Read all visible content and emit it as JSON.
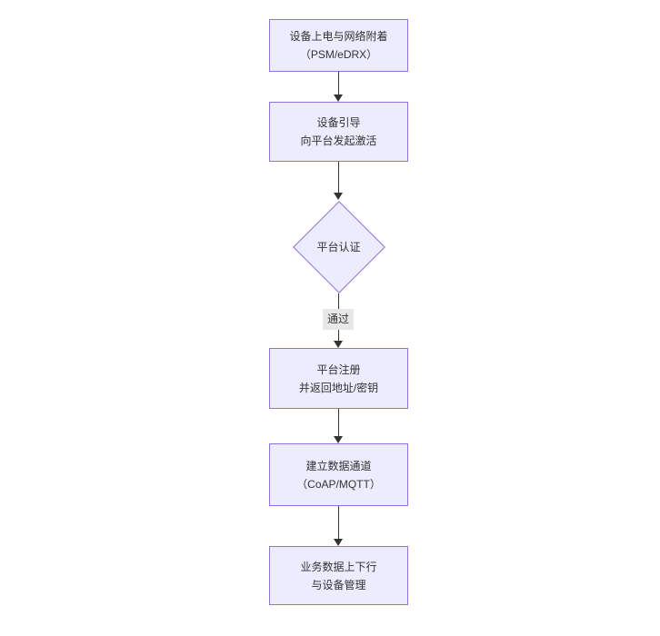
{
  "diagram": {
    "type": "flowchart-top-down",
    "colors": {
      "canvas_bg": "#ffffff",
      "node_fill": "#ECECFF",
      "node_border": "#9370DB",
      "arrow_color": "#333333",
      "edge_label_bg": "#e8e8e8",
      "text_color": "#333333"
    },
    "nodes": [
      {
        "id": "power-attach",
        "shape": "rect",
        "lines": [
          "设备上电与网络附着",
          "（PSM/eDRX）"
        ]
      },
      {
        "id": "bootstrap",
        "shape": "rect",
        "lines": [
          "设备引导",
          "向平台发起激活"
        ]
      },
      {
        "id": "auth-decision",
        "shape": "diamond",
        "lines": [
          "平台认证"
        ]
      },
      {
        "id": "register",
        "shape": "rect",
        "lines": [
          "平台注册",
          "并返回地址/密钥"
        ]
      },
      {
        "id": "data-channel",
        "shape": "rect",
        "lines": [
          "建立数据通道",
          "（CoAP/MQTT）"
        ]
      },
      {
        "id": "business-data",
        "shape": "rect",
        "lines": [
          "业务数据上下行",
          "与设备管理"
        ]
      }
    ],
    "edges": [
      {
        "from": "power-attach",
        "to": "bootstrap",
        "label": ""
      },
      {
        "from": "bootstrap",
        "to": "auth-decision",
        "label": ""
      },
      {
        "from": "auth-decision",
        "to": "register",
        "label": "通过"
      },
      {
        "from": "register",
        "to": "data-channel",
        "label": ""
      },
      {
        "from": "data-channel",
        "to": "business-data",
        "label": ""
      }
    ]
  }
}
